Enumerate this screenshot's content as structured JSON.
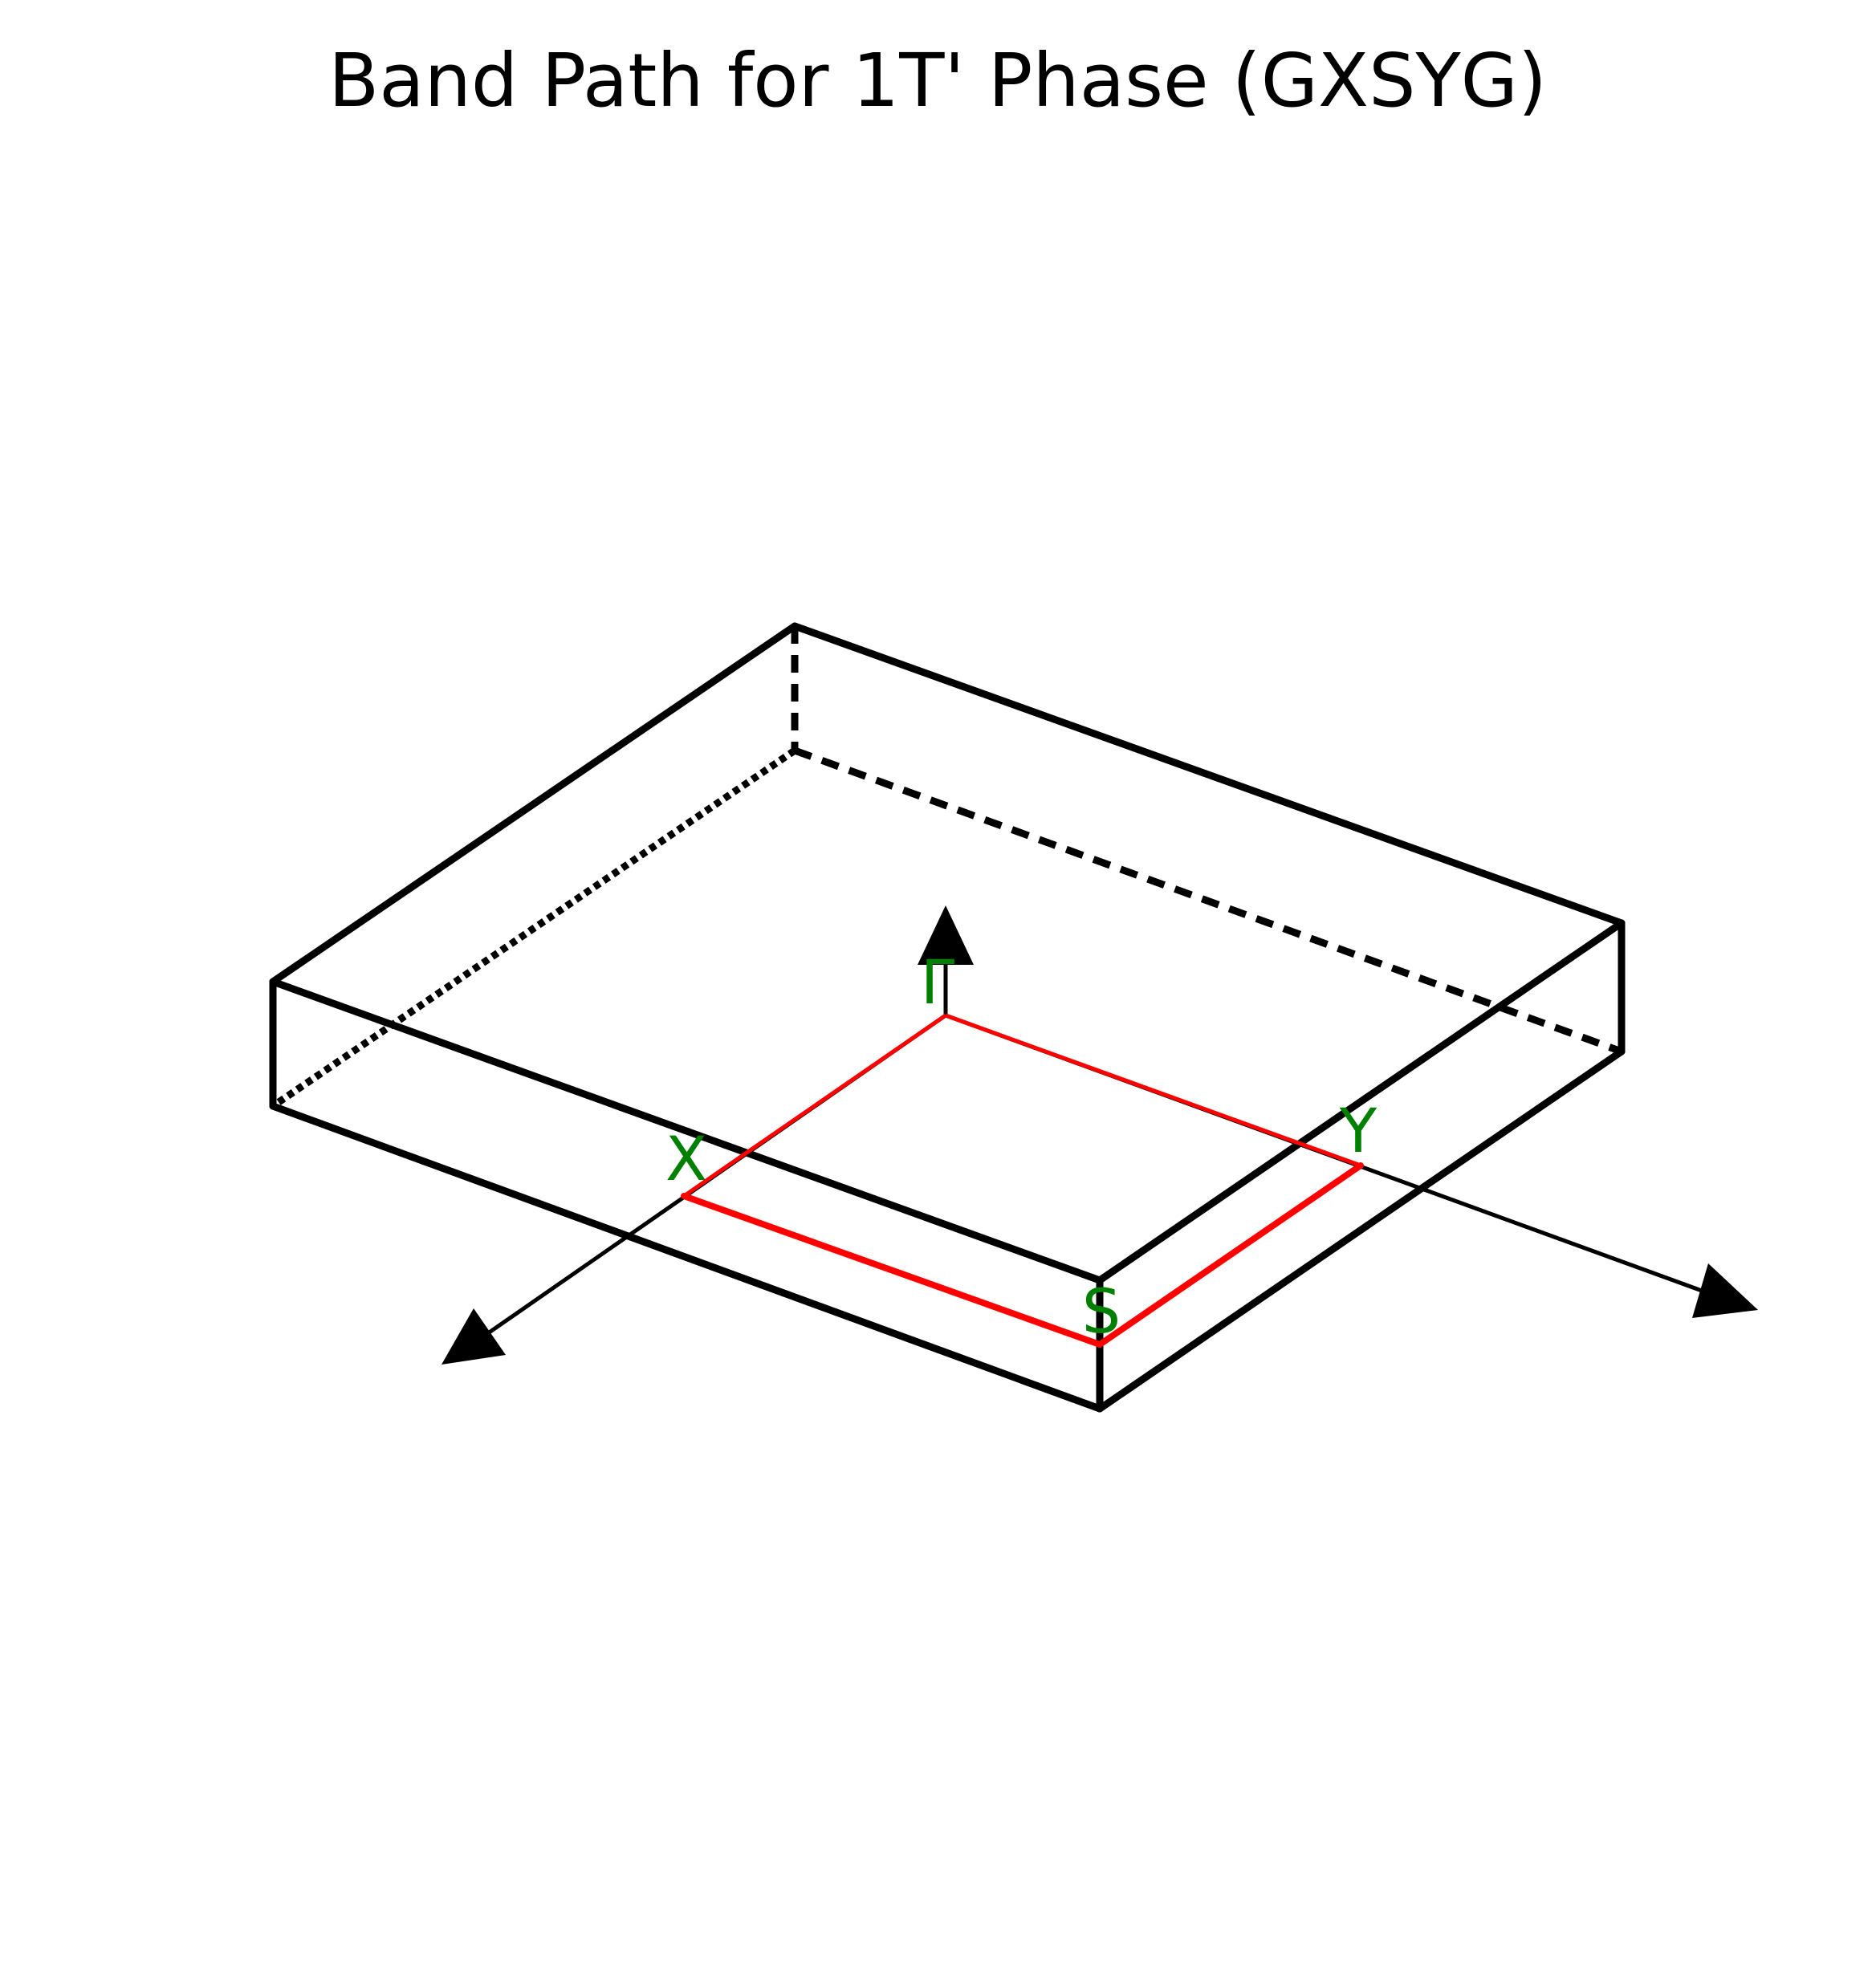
{
  "figure": {
    "title": "Band Path for 1T' Phase (GXSYG)"
  },
  "band_path": {
    "sequence": "GXSYG",
    "points": [
      {
        "key": "gamma",
        "label": "Γ"
      },
      {
        "key": "x",
        "label": "X"
      },
      {
        "key": "s",
        "label": "S"
      },
      {
        "key": "y",
        "label": "Y"
      }
    ]
  },
  "colors": {
    "cell_edges": "#000000",
    "axes": "#000000",
    "path": "#ff0000",
    "labels": "#008000",
    "background": "#ffffff"
  }
}
